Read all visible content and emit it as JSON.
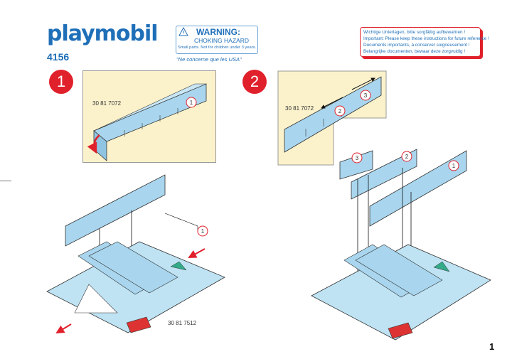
{
  "header": {
    "brand": "playmobil",
    "product_number": "4156"
  },
  "warning": {
    "title": "WARNING:",
    "subtitle": "CHOKING HAZARD",
    "detail": "Small parts. Not for children under 3 years.",
    "usa_note": "\"Ne concerne que les USA\""
  },
  "instructions_note": [
    "Wichtige Unterlagen, bitte sorgfältig aufbewahren !",
    "Important: Please keep these instructions for future reference !",
    "Documents importants, à conserver soigneusement !",
    "Belangrijke documenten, bewaar deze zorgvuldig !"
  ],
  "steps": [
    {
      "number": "1",
      "part_code": "30 81 7072",
      "base_code": "30 81 7512"
    },
    {
      "number": "2",
      "part_code": "30 81 7072"
    }
  ],
  "callouts": {
    "one": "1",
    "two": "2",
    "three": "3"
  },
  "page_number": "1",
  "colors": {
    "brand_blue": "#1f6fb8",
    "step_red": "#e0202b",
    "panel_bg": "#fbf2cc",
    "wall_blue": "#a9d6ee"
  },
  "icons": [
    "warning-triangle-icon",
    "arrow-icon"
  ]
}
